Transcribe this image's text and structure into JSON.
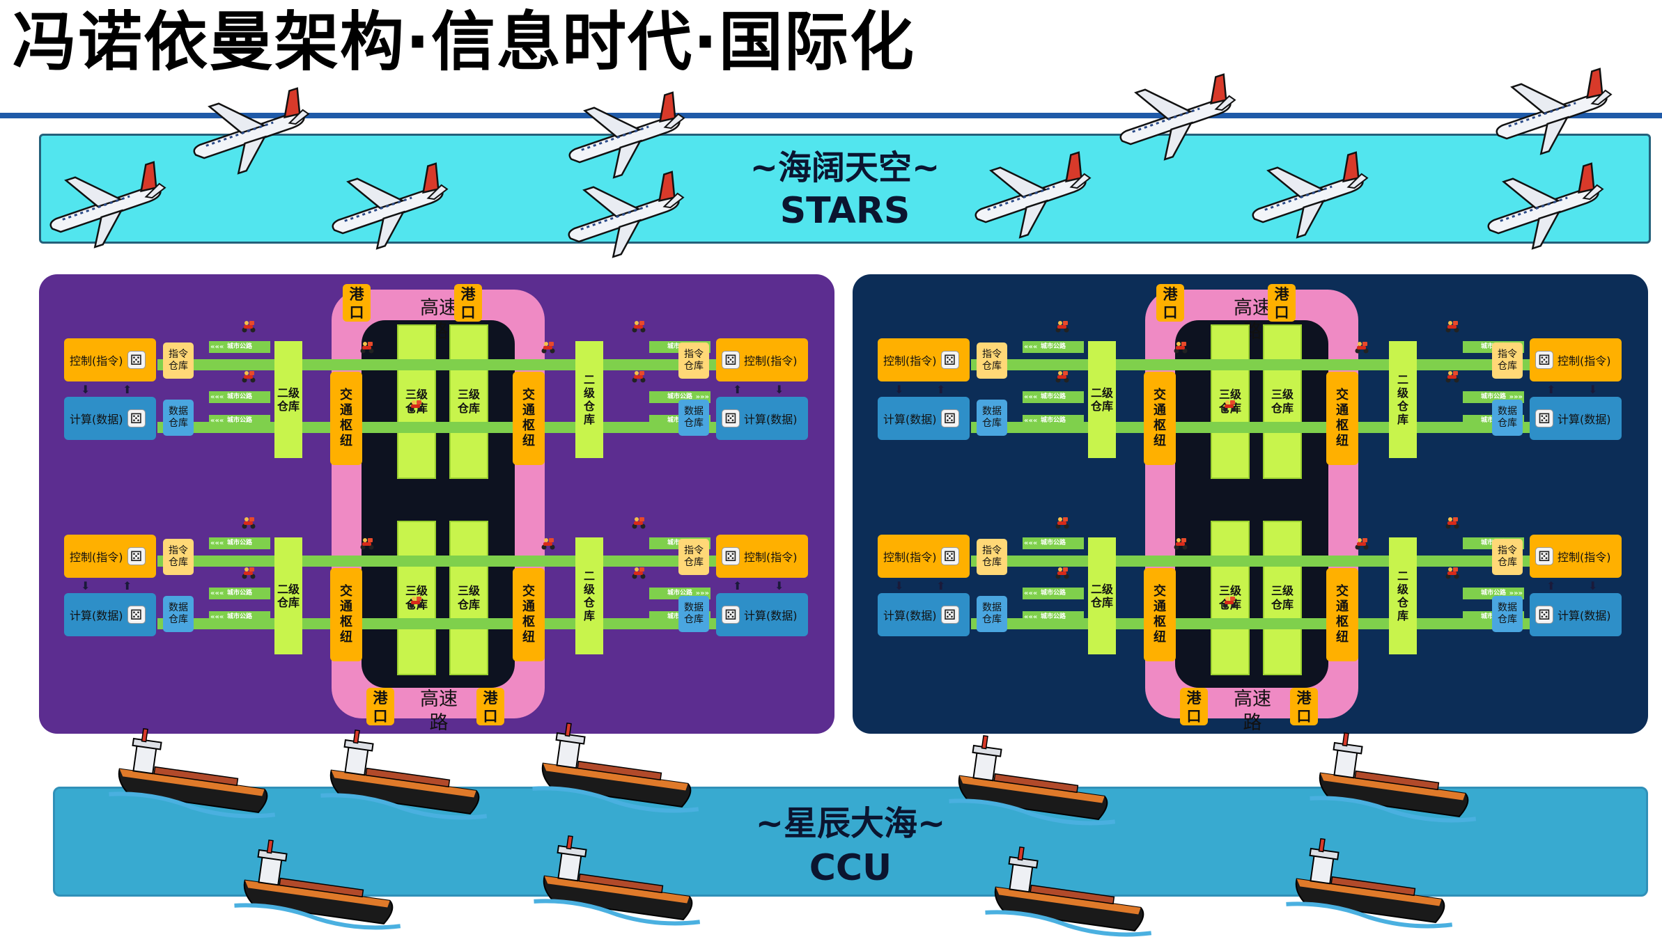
{
  "title": "冯诺依曼架构·信息时代·国际化",
  "sky": {
    "line1": "~海阔天空~",
    "line2": "STARS"
  },
  "sea": {
    "line1": "~星辰大海~",
    "line2": "CCU"
  },
  "colors": {
    "sky": "#52e5ee",
    "sea": "#38aad0",
    "panel_left": "#5c2d90",
    "panel_right": "#0c2d57",
    "highway": "#ef8ac4",
    "level3": "#c8f44c",
    "hub": "#ffb000",
    "rule": "#1f5aa8"
  },
  "labels": {
    "port": "港\n口",
    "highway": "高速路",
    "level3": "三级\n仓库",
    "level2_left": "二级\n仓库",
    "level2_right": "二\n级\n仓\n库",
    "hub": "交\n通\n枢\n纽",
    "control": "控制(指令)",
    "compute": "计算(数据)",
    "cmd_store": "指令\n仓库",
    "data_store": "数据\n仓库",
    "city_road": "城市公路"
  },
  "icons": {
    "airplane": "airplane-icon",
    "ship": "cargo-ship-icon",
    "die": "die-icon",
    "courier": "courier-scooter-icon"
  }
}
